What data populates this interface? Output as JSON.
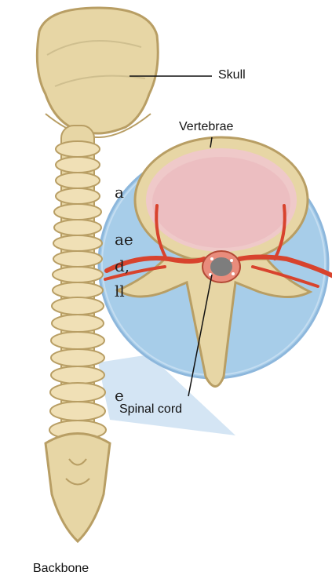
{
  "labels": {
    "skull": "Skull",
    "vertebrae": "Vertebrae",
    "spinal_cord": "Spinal cord",
    "backbone": "Backbone"
  },
  "partial_text": {
    "line1": "a",
    "line2": "ae",
    "line3": "d,",
    "line4": "ll",
    "line5": "e"
  },
  "colors": {
    "bone": "#e7d6a5",
    "bone_shadow": "#b89e64",
    "inset_circle": "#a7cde9",
    "inset_circle_edge": "#6f9fc8",
    "vessel": "#d8432d",
    "disc": "#edc2c6",
    "cord": "#7d7d7d"
  },
  "icons": [
    "skull-illustration",
    "spine-illustration",
    "vertebra-cross-section-illustration"
  ]
}
